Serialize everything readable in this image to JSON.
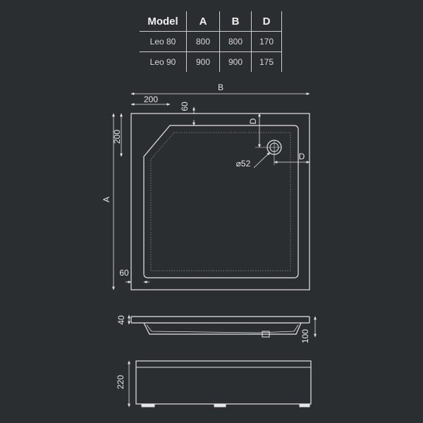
{
  "table": {
    "headers": [
      "Model",
      "A",
      "B",
      "D"
    ],
    "rows": [
      [
        "Leo 80",
        "800",
        "800",
        "170"
      ],
      [
        "Leo 90",
        "900",
        "900",
        "175"
      ]
    ]
  },
  "top_view": {
    "dim_B": "B",
    "dim_A": "A",
    "dim_200_top": "200",
    "dim_60_top": "60",
    "dim_200_left": "200",
    "dim_60_left": "60",
    "dim_D_vertical": "D",
    "dim_D_horizontal": "D",
    "drain_diameter": "⌀52"
  },
  "side_view": {
    "dim_40": "40",
    "dim_100": "100"
  },
  "front_view": {
    "dim_220": "220"
  },
  "colors": {
    "background": "#2b2e31",
    "line": "#e6e6e6"
  }
}
